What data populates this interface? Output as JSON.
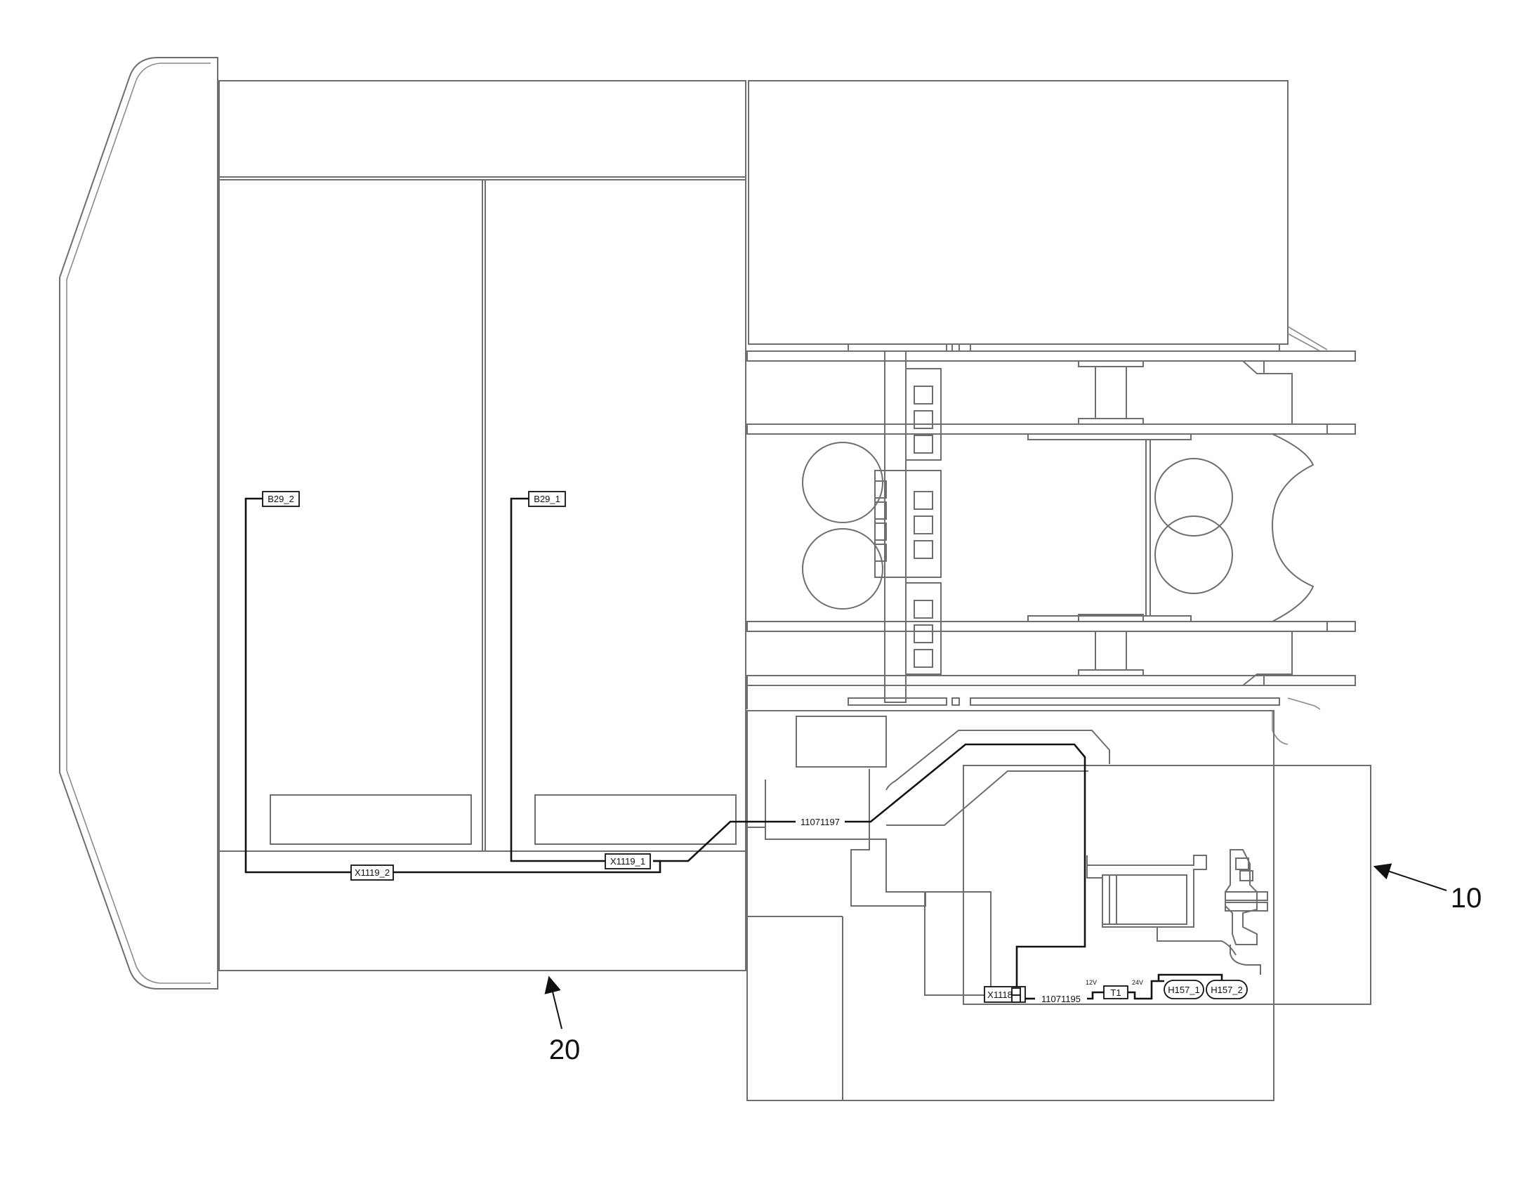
{
  "colors": {
    "outline": "#6e6e6e",
    "wire": "#111111",
    "background": "#ffffff"
  },
  "labels": {
    "b29_2": "B29_2",
    "b29_1": "B29_1",
    "x1119_2": "X1119_2",
    "x1119_1": "X1119_1",
    "harness_11071197": "11071197",
    "x1118": "X1118",
    "harness_11071195": "11071195",
    "v12": "12V",
    "t1": "T1",
    "v24": "24V",
    "h157_1": "H157_1",
    "h157_2": "H157_2"
  },
  "callouts": {
    "c10": "10",
    "c20": "20"
  }
}
